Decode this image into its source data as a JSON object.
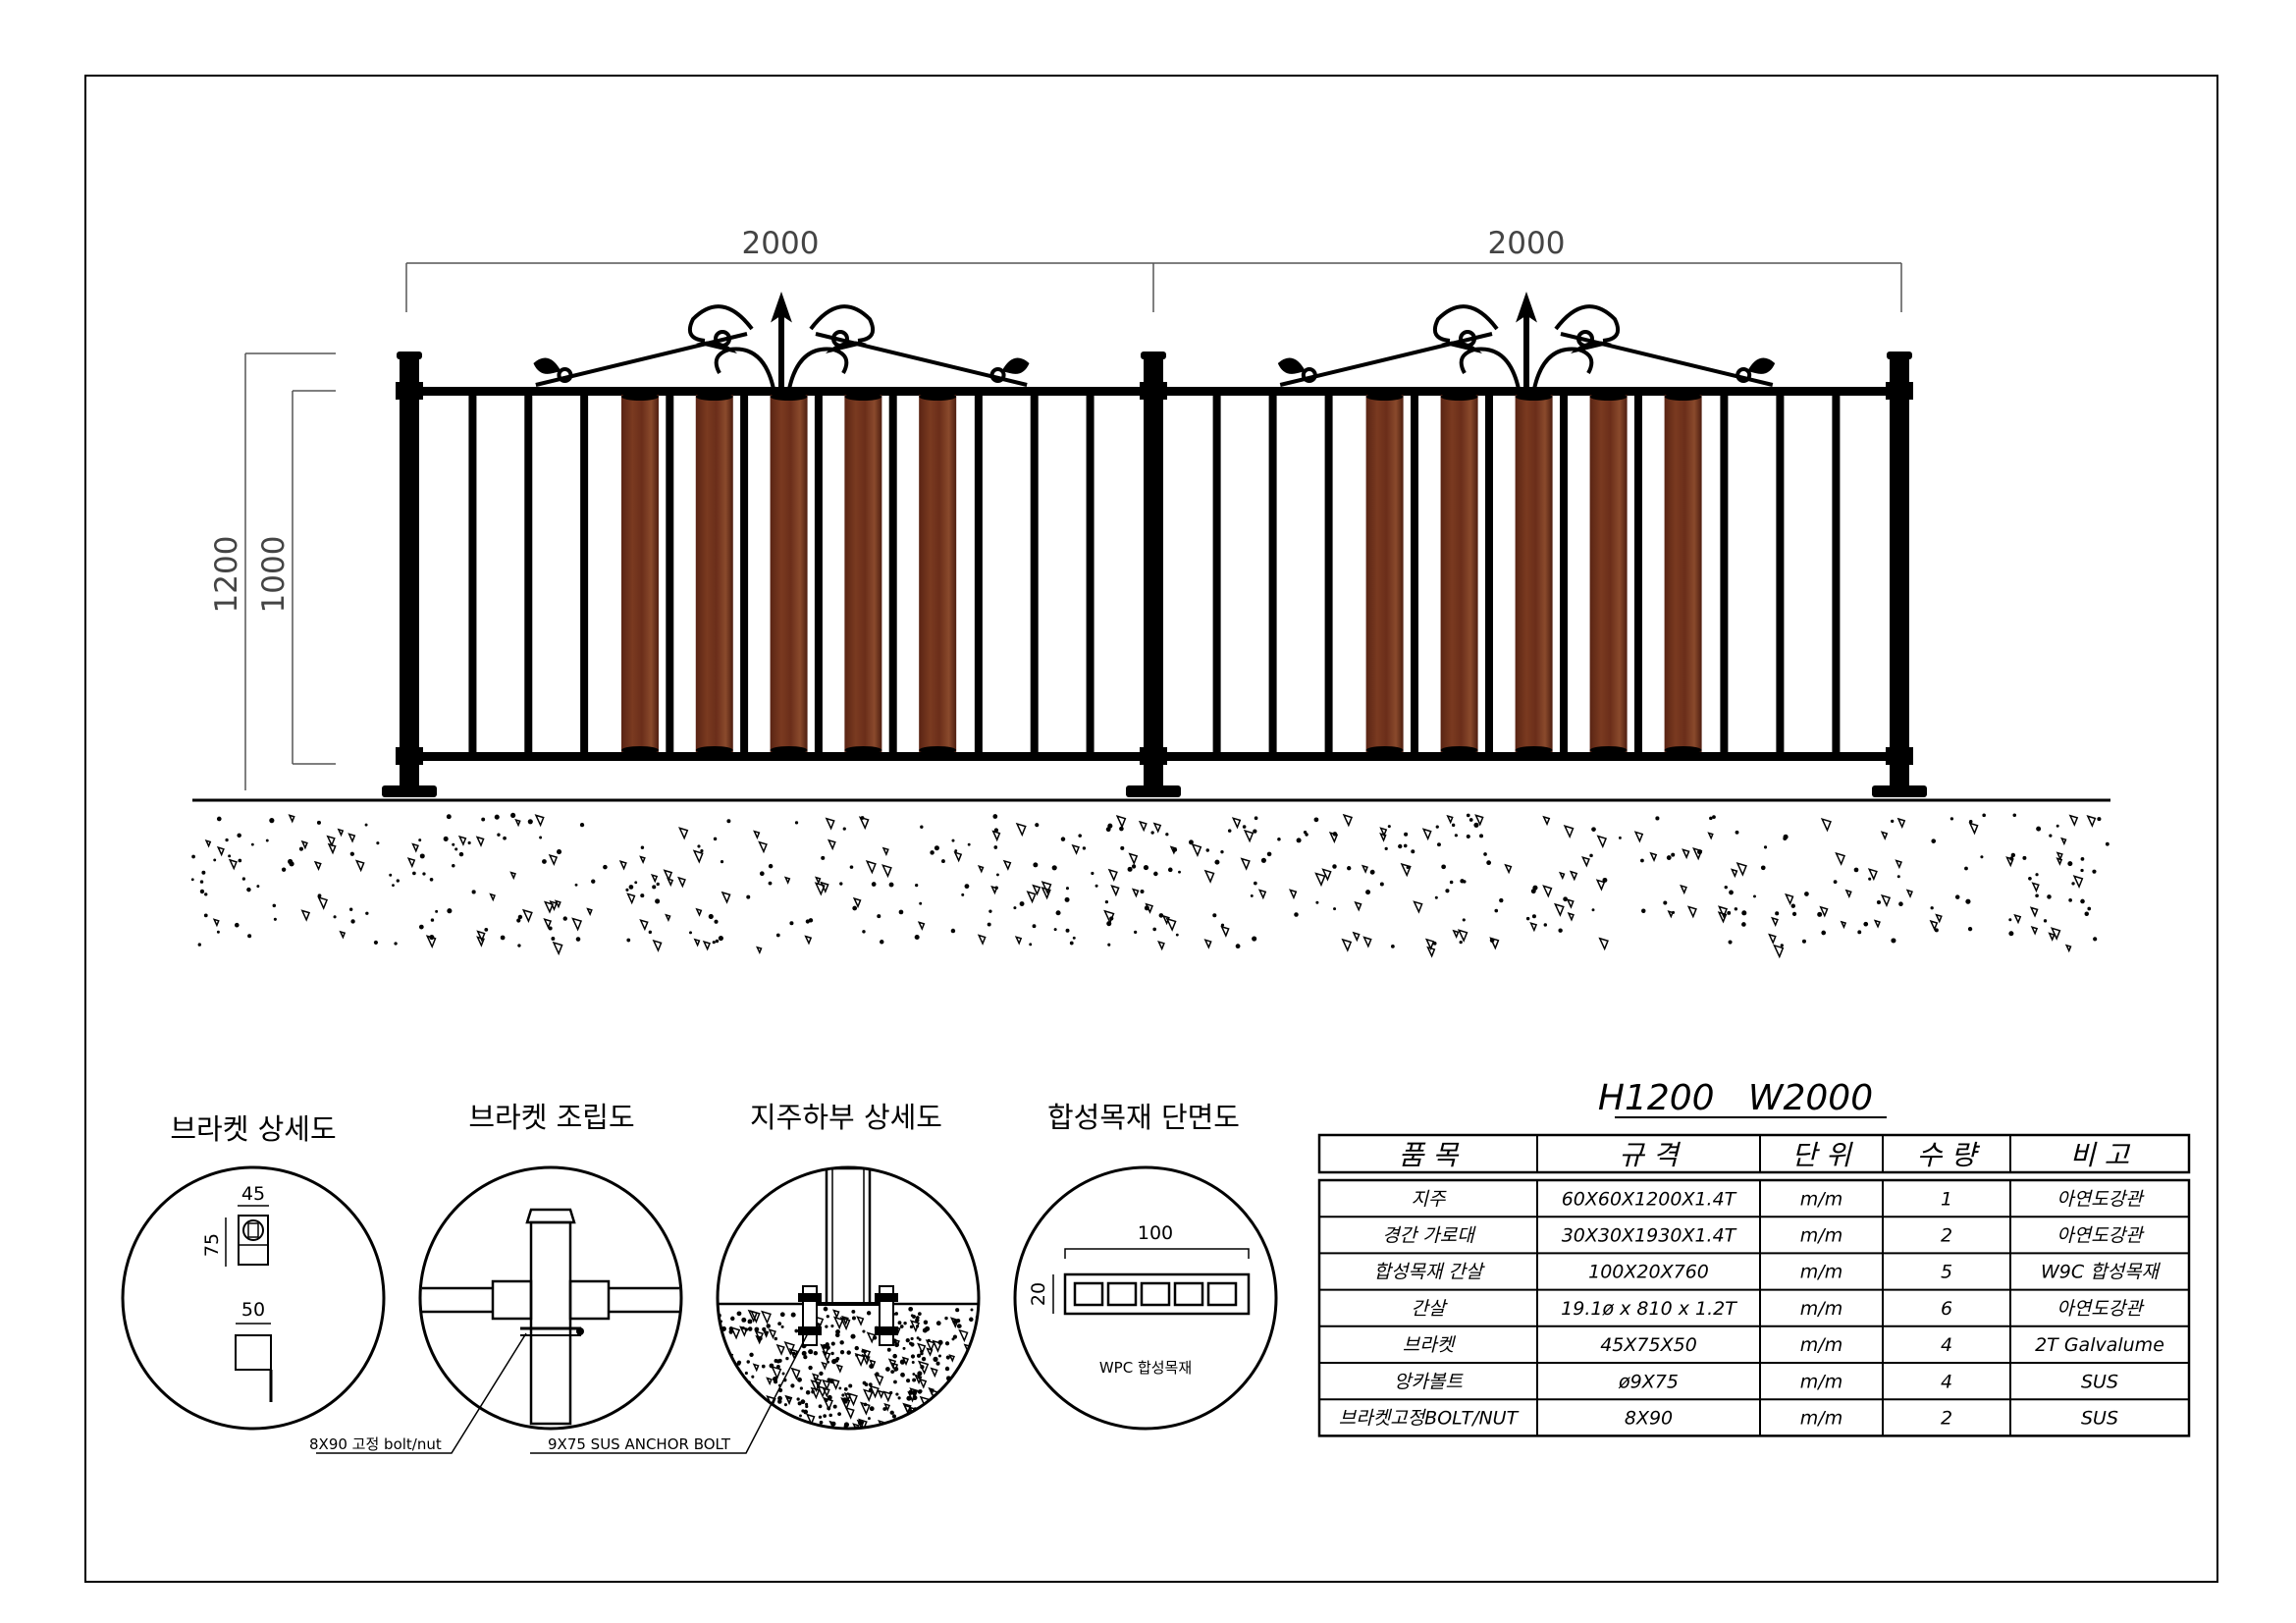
{
  "elevation": {
    "width_dim_left": "2000",
    "width_dim_right": "2000",
    "height_dim_outer": "1200",
    "height_dim_inner": "1000"
  },
  "details": {
    "bracket_detail": {
      "title": "브라켓 상세도",
      "dim_width_top": "45",
      "dim_height": "75",
      "dim_width_bottom": "50"
    },
    "bracket_assembly": {
      "title": "브라켓 조립도",
      "callout": "8X90 고정 bolt/nut"
    },
    "post_base": {
      "title": "지주하부 상세도",
      "callout": "9X75 SUS ANCHOR BOLT"
    },
    "wpc_section": {
      "title": "합성목재 단면도",
      "dim_width": "100",
      "dim_height": "20",
      "label": "WPC 합성목재"
    }
  },
  "spec_table": {
    "title": "H1200   W2000",
    "headers": [
      "품   목",
      "규   격",
      "단 위",
      "수 량",
      "비   고"
    ],
    "rows": [
      [
        "지주",
        "60X60X1200X1.4T",
        "m/m",
        "1",
        "아연도강관"
      ],
      [
        "경간 가로대",
        "30X30X1930X1.4T",
        "m/m",
        "2",
        "아연도강관"
      ],
      [
        "합성목재 간살",
        "100X20X760",
        "m/m",
        "5",
        "W9C 합성목재"
      ],
      [
        "간살",
        "19.1ø x 810 x 1.2T",
        "m/m",
        "6",
        "아연도강관"
      ],
      [
        "브라켓",
        "45X75X50",
        "m/m",
        "4",
        "2T Galvalume"
      ],
      [
        "앙카볼트",
        "ø9X75",
        "m/m",
        "4",
        "SUS"
      ],
      [
        "브라켓고정BOLT/NUT",
        "8X90",
        "m/m",
        "2",
        "SUS"
      ]
    ]
  },
  "colors": {
    "wood": "#6b2e1a",
    "wood_grain": "#8a4a2c",
    "steel": "#000000"
  }
}
